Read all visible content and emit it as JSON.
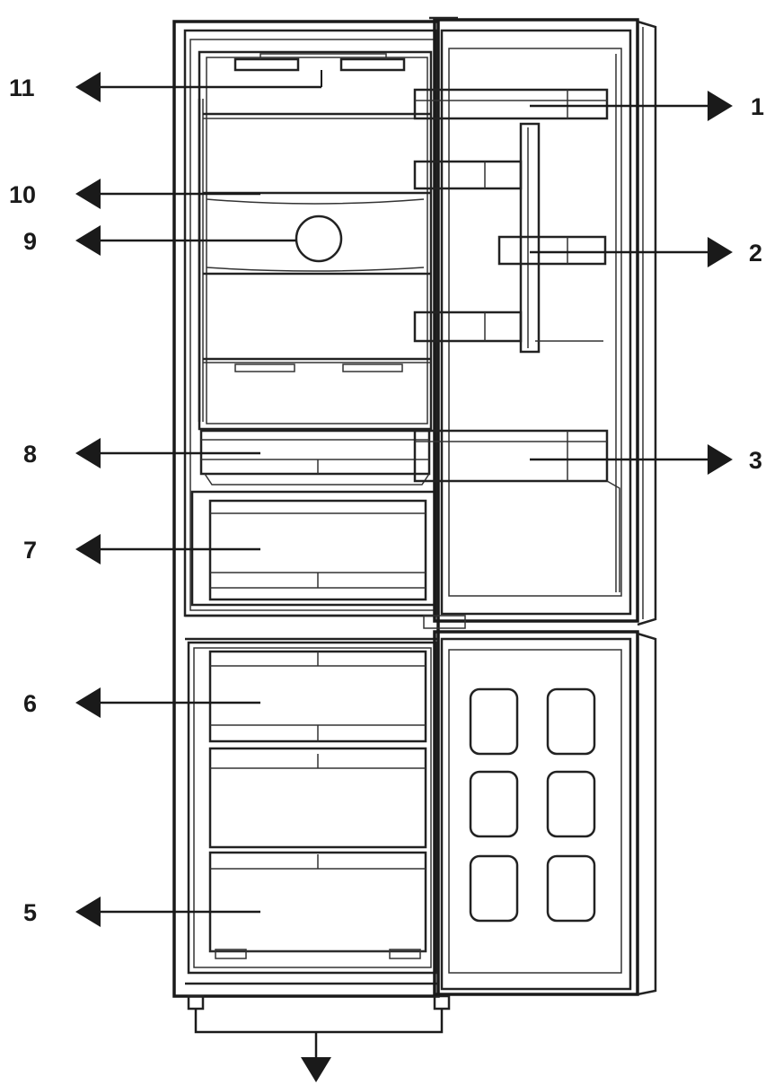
{
  "callouts": [
    {
      "id": "11",
      "label": "11",
      "side": "left"
    },
    {
      "id": "10",
      "label": "10",
      "side": "left"
    },
    {
      "id": "9",
      "label": "9",
      "side": "left"
    },
    {
      "id": "8",
      "label": "8",
      "side": "left"
    },
    {
      "id": "7",
      "label": "7",
      "side": "left"
    },
    {
      "id": "6",
      "label": "6",
      "side": "left"
    },
    {
      "id": "5",
      "label": "5",
      "side": "left"
    },
    {
      "id": "1",
      "label": "1",
      "side": "right"
    },
    {
      "id": "2",
      "label": "2",
      "side": "right"
    },
    {
      "id": "3",
      "label": "3",
      "side": "right"
    }
  ],
  "colors": {
    "line": "#1a1a1a",
    "background": "#ffffff"
  }
}
